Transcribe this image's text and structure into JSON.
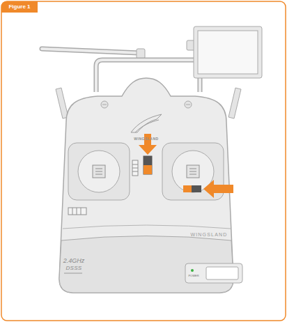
{
  "diagram": {
    "title": "Figure 1",
    "labels": [
      "WINGSLAND",
      "WINGSLAND",
      "2.4GHz",
      "DSSS",
      "POWER"
    ]
  }
}
